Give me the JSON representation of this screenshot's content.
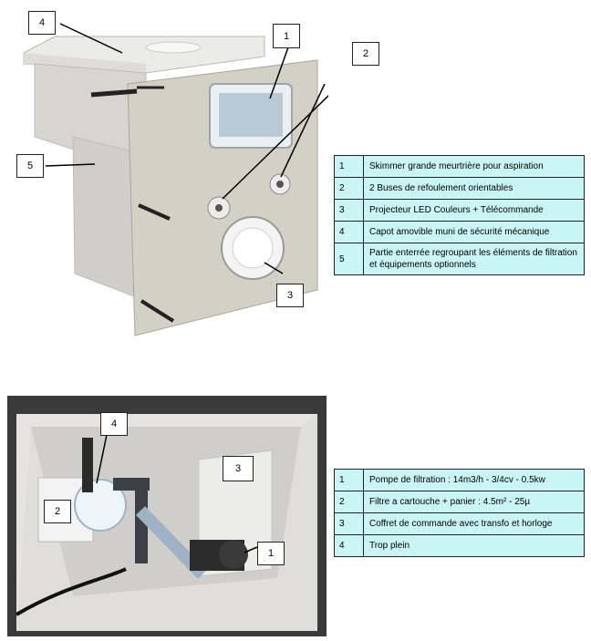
{
  "figure_top": {
    "callouts": [
      "1",
      "2",
      "3",
      "4",
      "5"
    ],
    "legend": [
      {
        "num": "1",
        "text": "Skimmer grande meurtrière pour aspiration"
      },
      {
        "num": "2",
        "text": "2 Buses de refoulement orientables"
      },
      {
        "num": "3",
        "text": "Projecteur LED Couleurs + Télécommande"
      },
      {
        "num": "4",
        "text": "Capot amovible muni de sécurité mécanique"
      },
      {
        "num": "5",
        "text": "Partie enterrée regroupant les éléments de filtration et équipements optionnels"
      }
    ]
  },
  "figure_bottom": {
    "callouts": [
      "1",
      "2",
      "3",
      "4"
    ],
    "legend": [
      {
        "num": "1",
        "text": "Pompe de filtration : 14m3/h - 3/4cv - 0.5kw"
      },
      {
        "num": "2",
        "text": "Filtre a cartouche + panier : 4.5m² - 25µ"
      },
      {
        "num": "3",
        "text": "Coffret de commande avec transfo et horloge"
      },
      {
        "num": "4",
        "text": "Trop plein"
      }
    ]
  },
  "colors": {
    "legend_bg": "#c9f5f4",
    "panel": "#d8d6cc",
    "box_body": "#cfcfcb"
  }
}
